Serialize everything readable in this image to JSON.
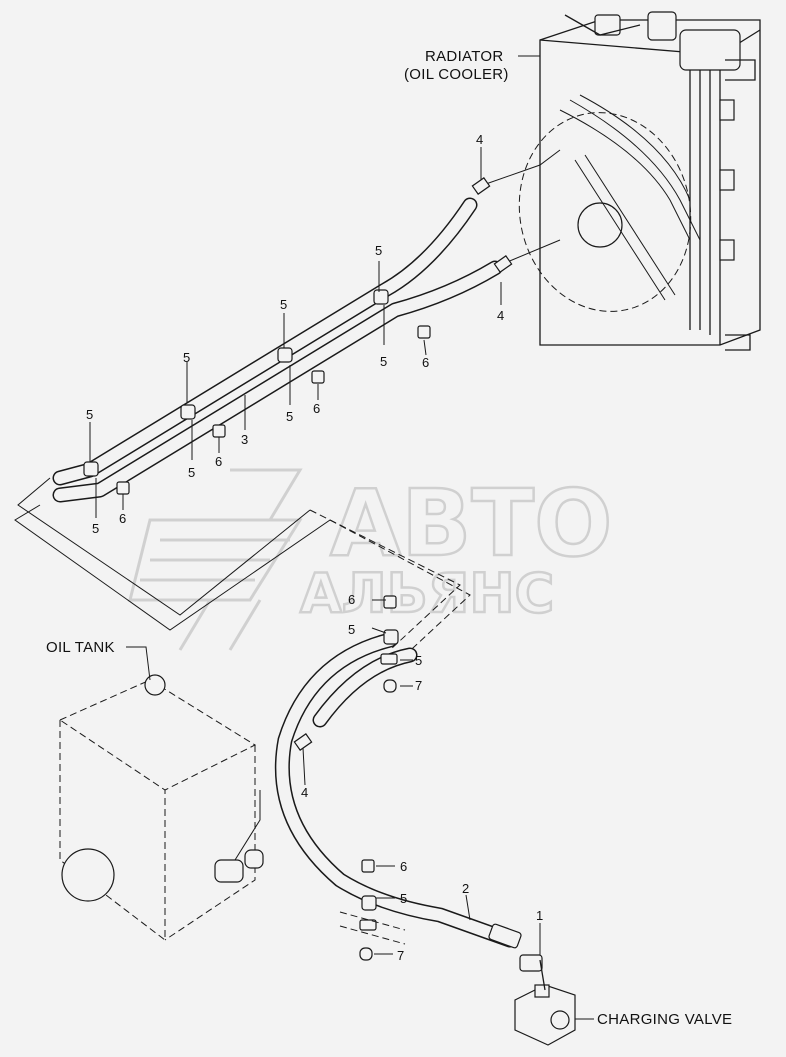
{
  "callouts": {
    "radiator_line1": "RADIATOR",
    "radiator_line2": "(OIL COOLER)",
    "oil_tank": "OIL TANK",
    "charging_valve": "CHARGING VALVE"
  },
  "watermark": {
    "line1": "АВТО",
    "line2": "АЛЬЯНС"
  },
  "part_labels": {
    "p1": "1",
    "p2": "2",
    "p3": "3",
    "p4": "4",
    "p5": "5",
    "p6": "6",
    "p7": "7"
  }
}
